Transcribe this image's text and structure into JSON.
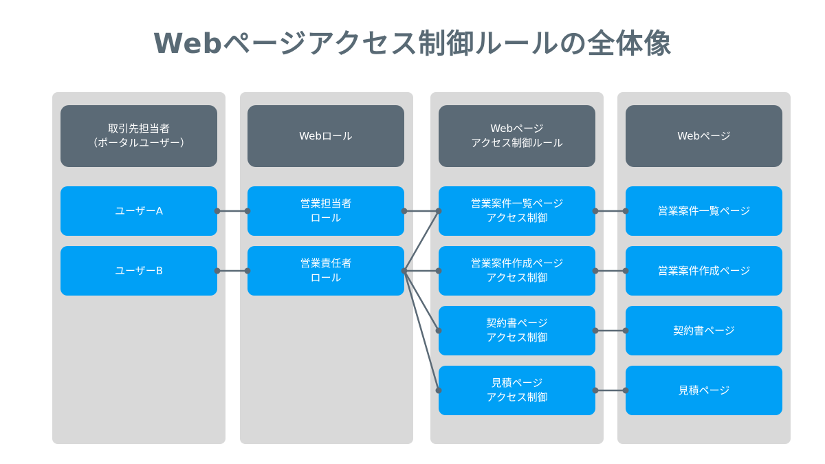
{
  "title": "Webページアクセス制御ルールの全体像",
  "colors": {
    "title": "#596a75",
    "column_bg": "#d9d9d9",
    "header_bg": "#5b6a76",
    "node_bg": "#00a0f6",
    "connector": "#5b6a76"
  },
  "columns": [
    {
      "header": "取引先担当者\n（ポータルユーザー）",
      "nodes": [
        "ユーザーA",
        "ユーザーB"
      ]
    },
    {
      "header": "Webロール",
      "nodes": [
        "営業担当者\nロール",
        "営業責任者\nロール"
      ]
    },
    {
      "header": "Webページ\nアクセス制御ルール",
      "nodes": [
        "営業案件一覧ページ\nアクセス制御",
        "営業案件作成ページ\nアクセス制御",
        "契約書ページ\nアクセス制御",
        "見積ページ\nアクセス制御"
      ]
    },
    {
      "header": "Webページ",
      "nodes": [
        "営業案件一覧ページ",
        "営業案件作成ページ",
        "契約書ページ",
        "見積ページ"
      ]
    }
  ],
  "links": [
    {
      "from": "ユーザーA",
      "to": "営業担当者\nロール"
    },
    {
      "from": "ユーザーB",
      "to": "営業責任者\nロール"
    },
    {
      "from": "営業担当者\nロール",
      "to": "営業案件一覧ページ\nアクセス制御"
    },
    {
      "from": "営業責任者\nロール",
      "to": "営業案件一覧ページ\nアクセス制御"
    },
    {
      "from": "営業責任者\nロール",
      "to": "営業案件作成ページ\nアクセス制御"
    },
    {
      "from": "営業責任者\nロール",
      "to": "契約書ページ\nアクセス制御"
    },
    {
      "from": "営業責任者\nロール",
      "to": "見積ページ\nアクセス制御"
    },
    {
      "from": "営業案件一覧ページ\nアクセス制御",
      "to": "営業案件一覧ページ"
    },
    {
      "from": "営業案件作成ページ\nアクセス制御",
      "to": "営業案件作成ページ"
    },
    {
      "from": "契約書ページ\nアクセス制御",
      "to": "契約書ページ"
    },
    {
      "from": "見積ページ\nアクセス制御",
      "to": "見積ページ"
    }
  ]
}
